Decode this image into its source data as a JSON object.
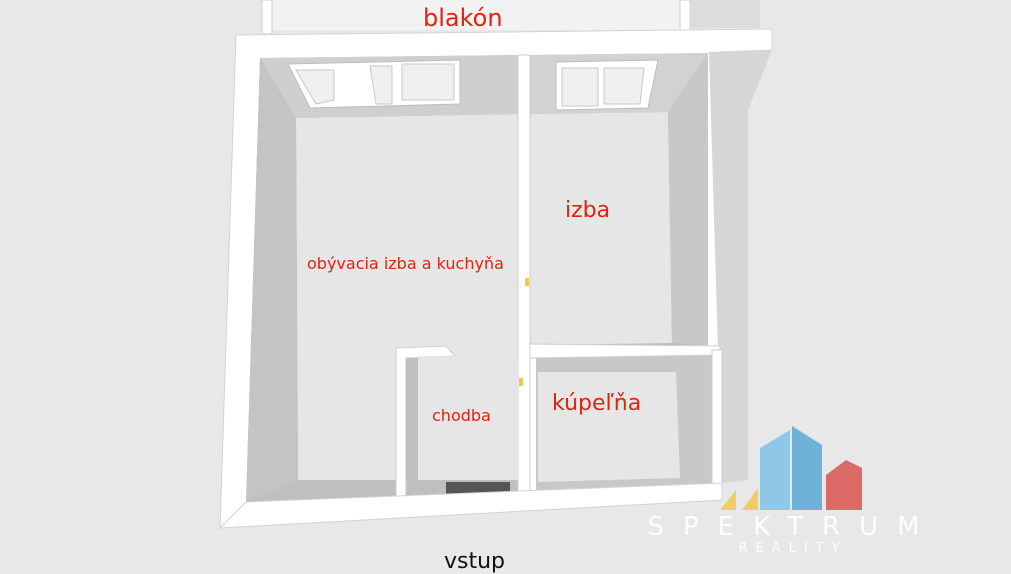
{
  "rooms": {
    "balcony": "blakón",
    "living_kitchen": "obývacia izba a kuchyňa",
    "room": "izba",
    "bathroom": "kúpeľňa",
    "hallway": "chodba"
  },
  "entrance": "vstup",
  "logo": {
    "name": "SPEKTRUM",
    "subtitle": "REALITY"
  },
  "colors": {
    "label": "#e0240f",
    "wall": "#ffffff",
    "floor": "#e6e6e6",
    "background": "#e8e8e8"
  }
}
